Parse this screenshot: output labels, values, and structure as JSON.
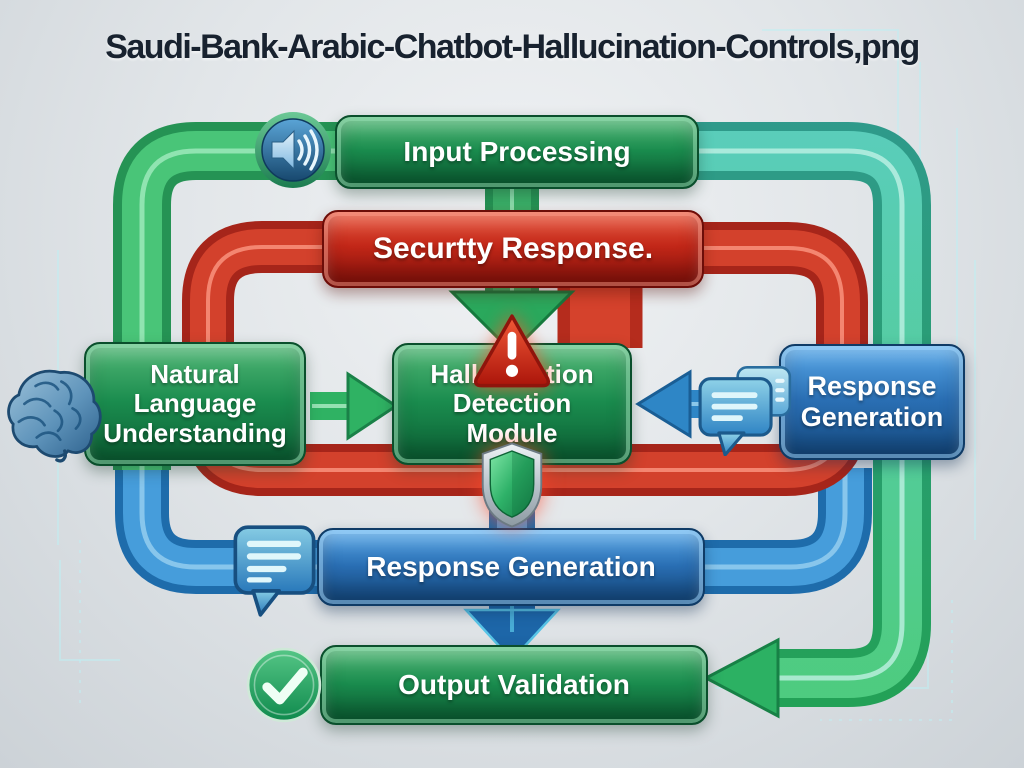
{
  "title": "Saudi-Bank-Arabic-Chatbot-Hallucination-Controls,png",
  "diagram": {
    "nodes": {
      "input_processing": {
        "label": "Input Processing",
        "style": "green",
        "icon": "speaker-icon"
      },
      "security_response": {
        "label": "Securtty Response.",
        "style": "red",
        "icon": ""
      },
      "natural_language": {
        "label": "Natural Language Understanding",
        "style": "green",
        "icon": "brain-icon"
      },
      "hallucination": {
        "label": "Hallucination Detection Module",
        "style": "green",
        "icon": "warning-icon / shield-icon"
      },
      "response_gen_right": {
        "label": "Response Generation",
        "style": "blue",
        "icon": "chat-bubbles-icon"
      },
      "response_gen_bottom": {
        "label": "Response Generation",
        "style": "blue",
        "icon": "chat-bubble-icon"
      },
      "output_validation": {
        "label": "Output Validation",
        "style": "green",
        "icon": "checkmark-icon"
      }
    },
    "edges": [
      {
        "from": "Input Processing",
        "to": "Hallucination Detection Module",
        "color": "green",
        "direction": "down"
      },
      {
        "from": "Natural Language Understanding",
        "to": "Hallucination Detection Module",
        "color": "green",
        "direction": "right"
      },
      {
        "from": "Response Generation (right)",
        "to": "Hallucination Detection Module",
        "color": "blue",
        "direction": "left"
      },
      {
        "from": "Hallucination Detection Module",
        "to": "Response Generation (bottom)",
        "color": "blue",
        "direction": "down"
      },
      {
        "from": "Response Generation (bottom)",
        "to": "Output Validation",
        "color": "blue",
        "direction": "down"
      },
      {
        "from": "Input Processing (right loop)",
        "to": "Output Validation",
        "color": "green-teal",
        "direction": "left"
      },
      {
        "from": "Securtty Response. (loop)",
        "to": "around diagram",
        "color": "red",
        "direction": "loop"
      }
    ],
    "palette": {
      "background": "#e2e6e9",
      "title_text": "#18222f",
      "node_green": "#1a8c4e",
      "node_red": "#c22718",
      "node_blue": "#2a6fb4",
      "pipe_green": "#4ecb7c",
      "pipe_teal": "#3ab3a0",
      "pipe_red": "#d8452f",
      "pipe_blue": "#4aa3e0",
      "circuit_trace": "#bfeef2"
    }
  }
}
